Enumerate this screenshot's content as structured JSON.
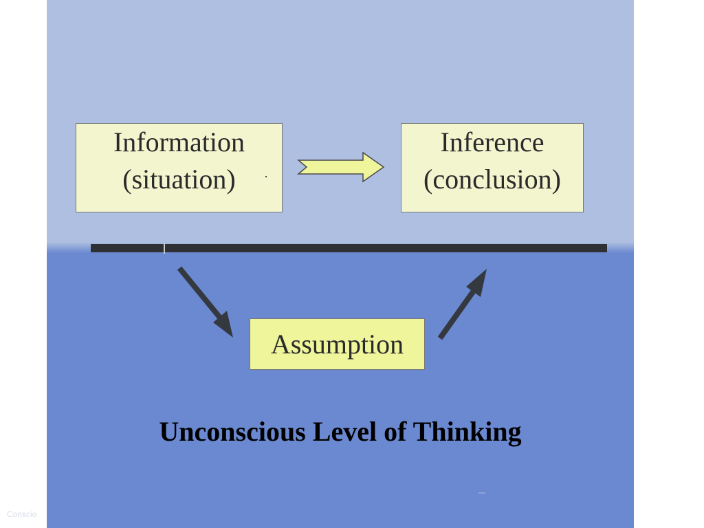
{
  "diagram": {
    "nodes": {
      "information": {
        "line1": "Information",
        "line2": "(situation)"
      },
      "inference": {
        "line1": "Inference",
        "line2": "(conclusion)"
      },
      "assumption": {
        "label": "Assumption"
      }
    },
    "title": "Unconscious Level of Thinking",
    "footer_text": "Conscio",
    "colors": {
      "upper_background": "#afbfe1",
      "lower_background": "#6b89d1",
      "box_fill": "#f3f5cf",
      "assumption_fill": "#eef59a",
      "arrow_fill": "#eef59a",
      "dark_arrow": "#34383f",
      "divider": "#2f3033"
    }
  }
}
